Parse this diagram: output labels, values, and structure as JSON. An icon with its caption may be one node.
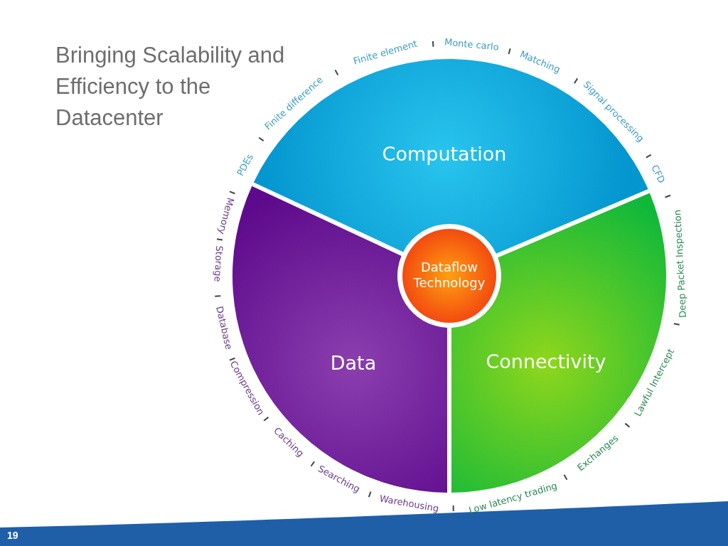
{
  "diagram": {
    "title": "Bringing Scalability and Efficiency to the Datacenter",
    "nodes": [
      {
        "text": [
          "Computation"
        ]
      },
      {
        "text": [
          "Data"
        ]
      },
      {
        "text": [
          "Connectivity"
        ]
      },
      {
        "text": [
          "Dataflow Technology"
        ]
      }
    ],
    "labels": [
      "PDEs",
      "Finite difference",
      "Finite element",
      "Monte carlo",
      "Matching",
      "Signal processing",
      "CFD",
      "Deep Packet Inspection",
      "Lawful Intercept",
      "Exchanges",
      "Low latency trading",
      "Warehousing",
      "Searching",
      "Caching",
      "Compression",
      "Database",
      "Storage",
      "Memory",
      "19"
    ]
  }
}
